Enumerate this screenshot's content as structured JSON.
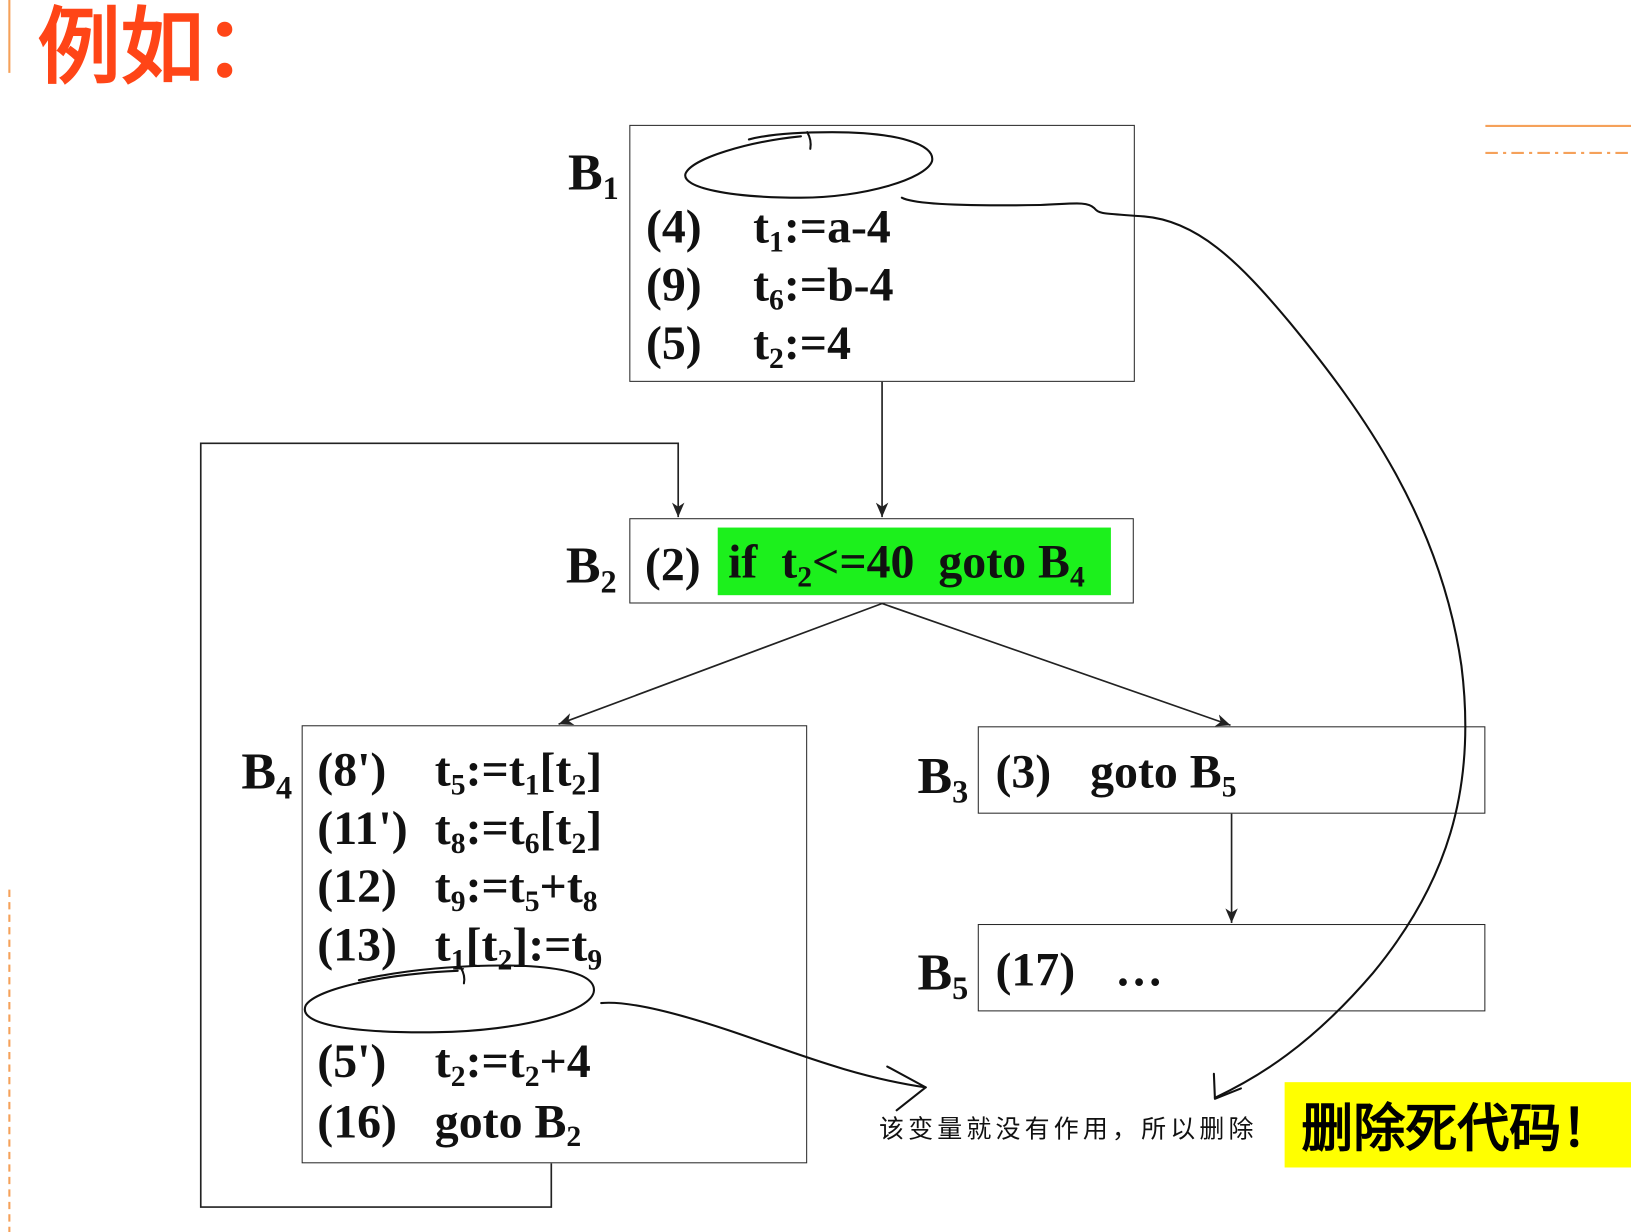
{
  "slide": {
    "title": "例如："
  },
  "blocks": {
    "b1": {
      "label": [
        "B",
        {
          "sub": "1"
        }
      ],
      "lines": [
        {
          "num": "(4)",
          "stmt": [
            "t",
            {
              "sub": "1"
            },
            ":=a-4"
          ]
        },
        {
          "num": "(9)",
          "stmt": [
            "t",
            {
              "sub": "6"
            },
            ":=b-4"
          ]
        },
        {
          "num": "(5)",
          "stmt": [
            "t",
            {
              "sub": "2"
            },
            ":=4"
          ]
        }
      ]
    },
    "b2": {
      "label": [
        "B",
        {
          "sub": "2"
        }
      ],
      "lines": [
        {
          "num": "(2)",
          "stmt": [
            "if  t",
            {
              "sub": "2"
            },
            "<=40  goto B",
            {
              "sub": "4"
            }
          ]
        }
      ]
    },
    "b3": {
      "label": [
        "B",
        {
          "sub": "3"
        }
      ],
      "lines": [
        {
          "num": "(3)",
          "stmt": [
            "goto B",
            {
              "sub": "5"
            }
          ]
        }
      ]
    },
    "b4": {
      "label": [
        "B",
        {
          "sub": "4"
        }
      ],
      "lines": [
        {
          "num": "(8')",
          "stmt": [
            "t",
            {
              "sub": "5"
            },
            ":=t",
            {
              "sub": "1"
            },
            "[t",
            {
              "sub": "2"
            },
            "]"
          ]
        },
        {
          "num": "(11')",
          "stmt": [
            "t",
            {
              "sub": "8"
            },
            ":=t",
            {
              "sub": "6"
            },
            "[t",
            {
              "sub": "2"
            },
            "]"
          ]
        },
        {
          "num": "(12)",
          "stmt": [
            "t",
            {
              "sub": "9"
            },
            ":=t",
            {
              "sub": "5"
            },
            "+t",
            {
              "sub": "8"
            }
          ]
        },
        {
          "num": "(13)",
          "stmt": [
            "t",
            {
              "sub": "1"
            },
            "[t",
            {
              "sub": "2"
            },
            "]:=t",
            {
              "sub": "9"
            }
          ]
        },
        {
          "num": "(5')",
          "stmt": [
            "t",
            {
              "sub": "2"
            },
            ":=t",
            {
              "sub": "2"
            },
            "+4"
          ]
        },
        {
          "num": "(16)",
          "stmt": [
            "goto B",
            {
              "sub": "2"
            }
          ]
        }
      ]
    },
    "b5": {
      "label": [
        "B",
        {
          "sub": "5"
        }
      ],
      "lines": [
        {
          "num": "(17)",
          "stmt": [
            "…"
          ]
        }
      ]
    }
  },
  "annotations": {
    "handwritten_note": "该变量就没有作用，所以删除",
    "callout": "删除死代码！"
  },
  "colors": {
    "title": "#ff4517",
    "highlight_green": "#1cf01c",
    "callout_yellow": "#ffff00",
    "accent_orange": "#f5a15a",
    "ink": "#111111"
  }
}
